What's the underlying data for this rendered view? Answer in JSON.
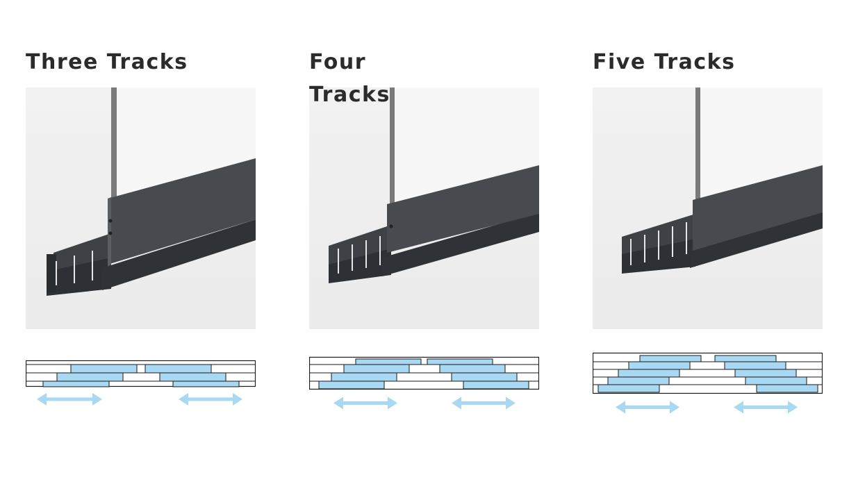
{
  "products": [
    {
      "id": "three",
      "title": "Three Tracks",
      "tracks": 3
    },
    {
      "id": "four",
      "title": "Four Tracks",
      "tracks": 4
    },
    {
      "id": "five",
      "title": "Five Tracks",
      "tracks": 5
    }
  ],
  "colors": {
    "title": "#2b2b2b",
    "panel_fill": "#a8d8f2",
    "arrow": "#a8d8f2",
    "outline": "#1a1a1a",
    "profile_dark": "#43474b",
    "photo_bg": "#eeeeee"
  },
  "icons": [
    "slide-arrow-icon"
  ]
}
